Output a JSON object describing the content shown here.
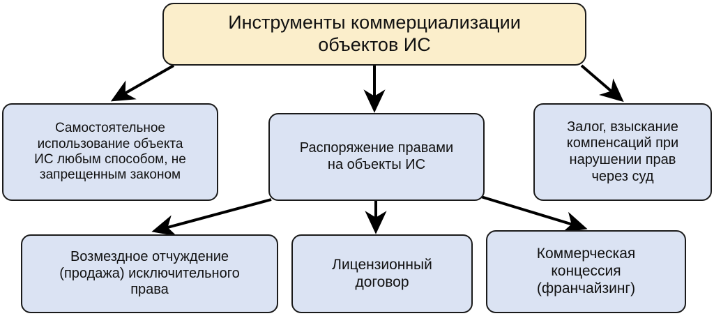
{
  "diagram": {
    "title": "Инструменты коммерциализации объектов ИС",
    "type": "hierarchy-flowchart",
    "colors": {
      "root_fill": "#fbeecb",
      "branch_fill": "#dbe3f3",
      "border": "#1a1a1a",
      "arrow": "#000000",
      "text": "#111111",
      "background": "#ffffff"
    },
    "nodes": {
      "root": {
        "label": "Инструменты коммерциализации\nобъектов ИС",
        "level": 0
      },
      "self_use": {
        "label": "Самостоятельное\nиспользование объекта\nИС любым способом, не\nзапрещенным законом",
        "level": 1
      },
      "disposal": {
        "label": "Распоряжение правами\nна объекты ИС",
        "level": 1
      },
      "pledge": {
        "label": "Залог, взыскание\nкомпенсаций при\nнарушении прав\nчерез суд",
        "level": 1
      },
      "alienation": {
        "label": "Возмездное отчуждение\n(продажа) исключительного\nправа",
        "level": 2
      },
      "license": {
        "label": "Лицензионный\nдоговор",
        "level": 2
      },
      "franchise": {
        "label": "Коммерческая\nконцессия\n(франчайзинг)",
        "level": 2
      }
    },
    "edges": [
      {
        "from": "root",
        "to": "self_use",
        "style": "diagonal-arrow"
      },
      {
        "from": "root",
        "to": "disposal",
        "style": "vertical-arrow"
      },
      {
        "from": "root",
        "to": "pledge",
        "style": "diagonal-arrow"
      },
      {
        "from": "disposal",
        "to": "alienation",
        "style": "diagonal-arrow"
      },
      {
        "from": "disposal",
        "to": "license",
        "style": "vertical-arrow"
      },
      {
        "from": "disposal",
        "to": "franchise",
        "style": "diagonal-arrow"
      }
    ]
  }
}
